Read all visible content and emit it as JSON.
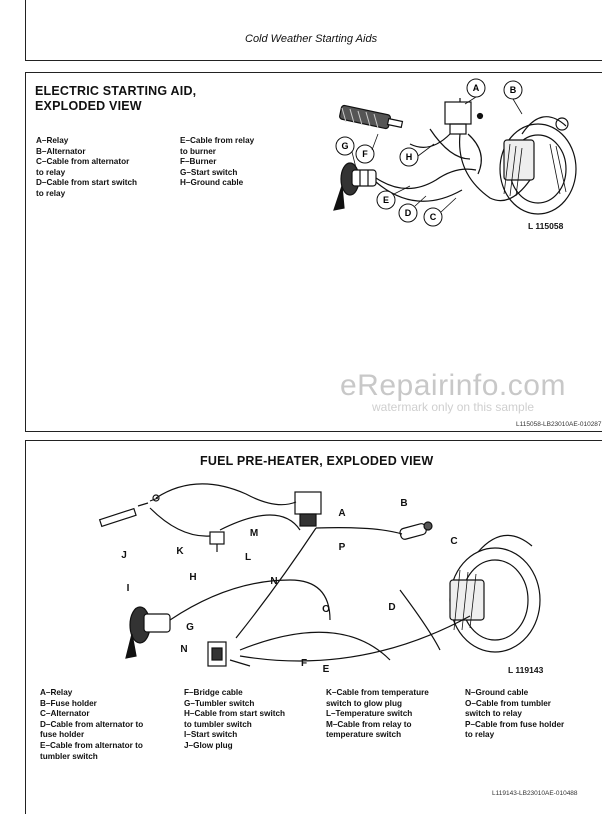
{
  "header": {
    "title": "Cold Weather Starting Aids"
  },
  "section1": {
    "title_lines": [
      "ELECTRIC STARTING AID,",
      "EXPLODED VIEW"
    ],
    "legend_col1": [
      "A–Relay",
      "B–Alternator",
      "C–Cable from alternator",
      "to relay",
      "D–Cable from start switch",
      "to relay"
    ],
    "legend_col2": [
      "E–Cable from relay",
      "to burner",
      "F–Burner",
      "G–Start switch",
      "H–Ground cable"
    ],
    "callouts": [
      "A",
      "B",
      "G",
      "F",
      "H",
      "E",
      "D",
      "C"
    ],
    "figure_id": "L 115058",
    "ref_code": "L115058-LB23010AE-010287"
  },
  "watermark": {
    "main": "eRepairinfo.com",
    "sub": "watermark only on this sample"
  },
  "section2": {
    "title": "FUEL PRE-HEATER, EXPLODED VIEW",
    "callouts": [
      "A",
      "B",
      "C",
      "D",
      "E",
      "F",
      "G",
      "H",
      "I",
      "J",
      "K",
      "L",
      "M",
      "N",
      "N",
      "O",
      "P"
    ],
    "figure_id": "L 119143",
    "legend_col1": [
      "A–Relay",
      "B–Fuse holder",
      "C–Alternator",
      "D–Cable from alternator to",
      "fuse holder",
      "E–Cable from alternator to",
      "tumbler switch"
    ],
    "legend_col2": [
      "F–Bridge cable",
      "G–Tumbler switch",
      "H–Cable from start switch",
      "to tumbler switch",
      "I–Start switch",
      "J–Glow plug"
    ],
    "legend_col3": [
      "K–Cable from temperature",
      "switch to glow plug",
      "L–Temperature switch",
      "M–Cable from relay to",
      "temperature switch"
    ],
    "legend_col4": [
      "N–Ground cable",
      "O–Cable from tumbler",
      "switch to relay",
      "P–Cable from fuse holder",
      "to relay"
    ],
    "ref_code": "L119143-LB23010AE-010488"
  }
}
